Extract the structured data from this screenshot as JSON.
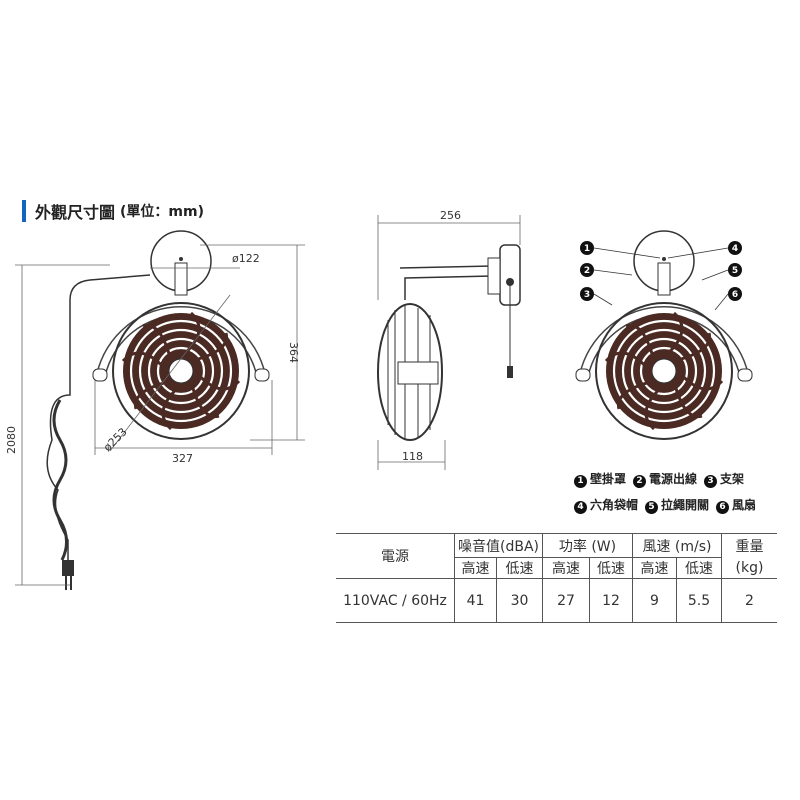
{
  "title": {
    "main": "外觀尺寸圖",
    "unit": "(單位：mm)"
  },
  "dimensions": {
    "mount_diameter": "ø122",
    "height": "364",
    "width": "327",
    "grille_diameter": "ø253",
    "cord_length": "2080",
    "depth_total": "256",
    "depth_fan": "118"
  },
  "callouts": [
    "1",
    "2",
    "3",
    "4",
    "5",
    "6"
  ],
  "legend": [
    {
      "n": "1",
      "label": "壁掛罩"
    },
    {
      "n": "2",
      "label": "電源出線"
    },
    {
      "n": "3",
      "label": "支架"
    },
    {
      "n": "4",
      "label": "六角袋帽"
    },
    {
      "n": "5",
      "label": "拉繩開關"
    },
    {
      "n": "6",
      "label": "風扇"
    }
  ],
  "table": {
    "power_header": "電源",
    "noise_header": "噪音值(dBA)",
    "watt_header": "功率 (W)",
    "wind_header": "風速 (m/s)",
    "weight_header": "重量",
    "weight_unit": "(kg)",
    "high": "高速",
    "low": "低速",
    "row": {
      "power": "110VAC / 60Hz",
      "noise_high": "41",
      "noise_low": "30",
      "watt_high": "27",
      "watt_low": "12",
      "wind_high": "9",
      "wind_low": "5.5",
      "weight": "2"
    }
  }
}
